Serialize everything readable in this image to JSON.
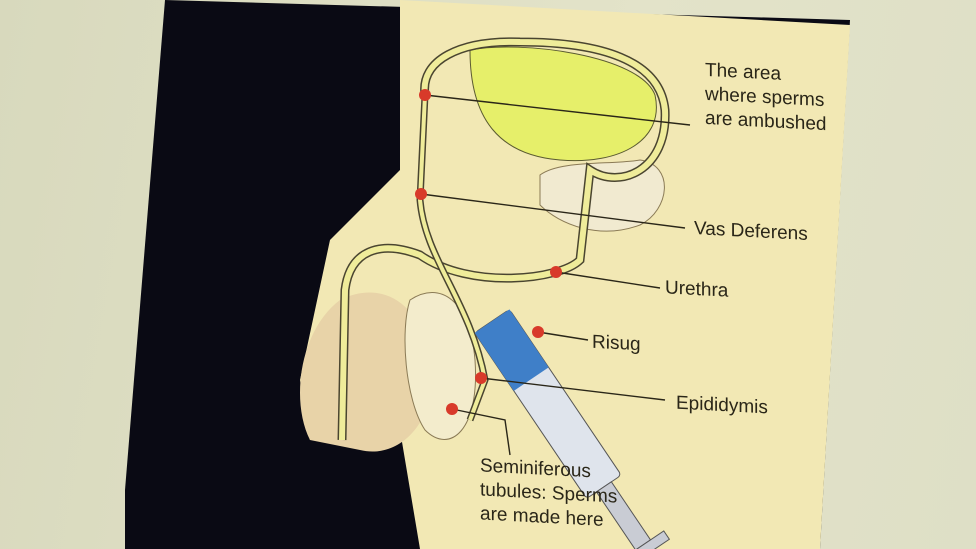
{
  "diagram": {
    "labels": {
      "ambush_area": "The area\nwhere sperms\nare ambushed",
      "vas_deferens": "Vas Deferens",
      "urethra": "Urethra",
      "risug": "Risug",
      "epididymis": "Epididymis",
      "seminiferous": "Seminiferous\ntubules: Sperms\nare made here"
    },
    "colors": {
      "paper": "#f0e6b0",
      "background_panel": "#0a0a14",
      "duct": "#efec9a",
      "marker": "#d83a2a",
      "injection": "#3f7fc8"
    }
  }
}
